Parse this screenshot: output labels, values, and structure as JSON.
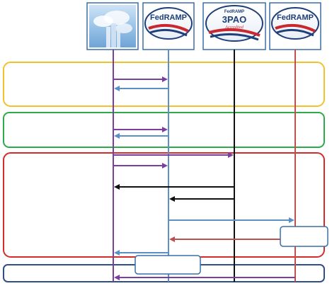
{
  "participants": [
    {
      "id": "cloud",
      "kind": "cloud-image",
      "icon": "cloud-sky-icon",
      "lifeline_color": "#7b3fa0"
    },
    {
      "id": "fedramp-pmo",
      "kind": "fedramp-logo",
      "logo_text": "FedRAMP",
      "icon": "fedramp-logo",
      "lifeline_color": "#5b8fc8"
    },
    {
      "id": "3pao",
      "kind": "3pao-logo",
      "logo_top": "FedRAMP",
      "logo_main": "3PAO",
      "logo_sub": "Accredited",
      "icon": "fedramp-3pao-logo",
      "lifeline_color": "#111111"
    },
    {
      "id": "fedramp-jab",
      "kind": "fedramp-logo",
      "logo_text": "FedRAMP",
      "icon": "fedramp-logo",
      "lifeline_color": "#c0504d"
    }
  ],
  "phases": [
    {
      "id": "phase-1",
      "color": "#f2c12e"
    },
    {
      "id": "phase-2",
      "color": "#2eaa4a"
    },
    {
      "id": "phase-3",
      "color": "#d62b2b"
    },
    {
      "id": "phase-4",
      "color": "#2f4f8a"
    }
  ],
  "messages": [
    {
      "from": "cloud",
      "to": "fedramp-pmo",
      "color": "#7b3fa0"
    },
    {
      "from": "fedramp-pmo",
      "to": "cloud",
      "color": "#5b8fc8"
    },
    {
      "from": "cloud",
      "to": "fedramp-pmo",
      "color": "#7b3fa0"
    },
    {
      "from": "fedramp-pmo",
      "to": "cloud",
      "color": "#5b8fc8"
    },
    {
      "from": "cloud",
      "to": "3pao",
      "color": "#7b3fa0"
    },
    {
      "from": "cloud",
      "to": "fedramp-pmo",
      "color": "#7b3fa0"
    },
    {
      "from": "3pao",
      "to": "cloud",
      "color": "#111111"
    },
    {
      "from": "3pao",
      "to": "fedramp-pmo",
      "color": "#111111"
    },
    {
      "from": "fedramp-pmo",
      "to": "fedramp-jab",
      "color": "#5b8fc8"
    },
    {
      "from": "fedramp-jab",
      "to": "fedramp-pmo",
      "color": "#c0504d"
    },
    {
      "from": "fedramp-pmo",
      "to": "cloud",
      "color": "#5b8fc8"
    },
    {
      "from": "fedramp-jab",
      "to": "cloud",
      "color": "#7b3fa0"
    }
  ],
  "callouts": [
    {
      "id": "callout-jab",
      "text": ""
    },
    {
      "id": "callout-pmo",
      "text": ""
    }
  ]
}
